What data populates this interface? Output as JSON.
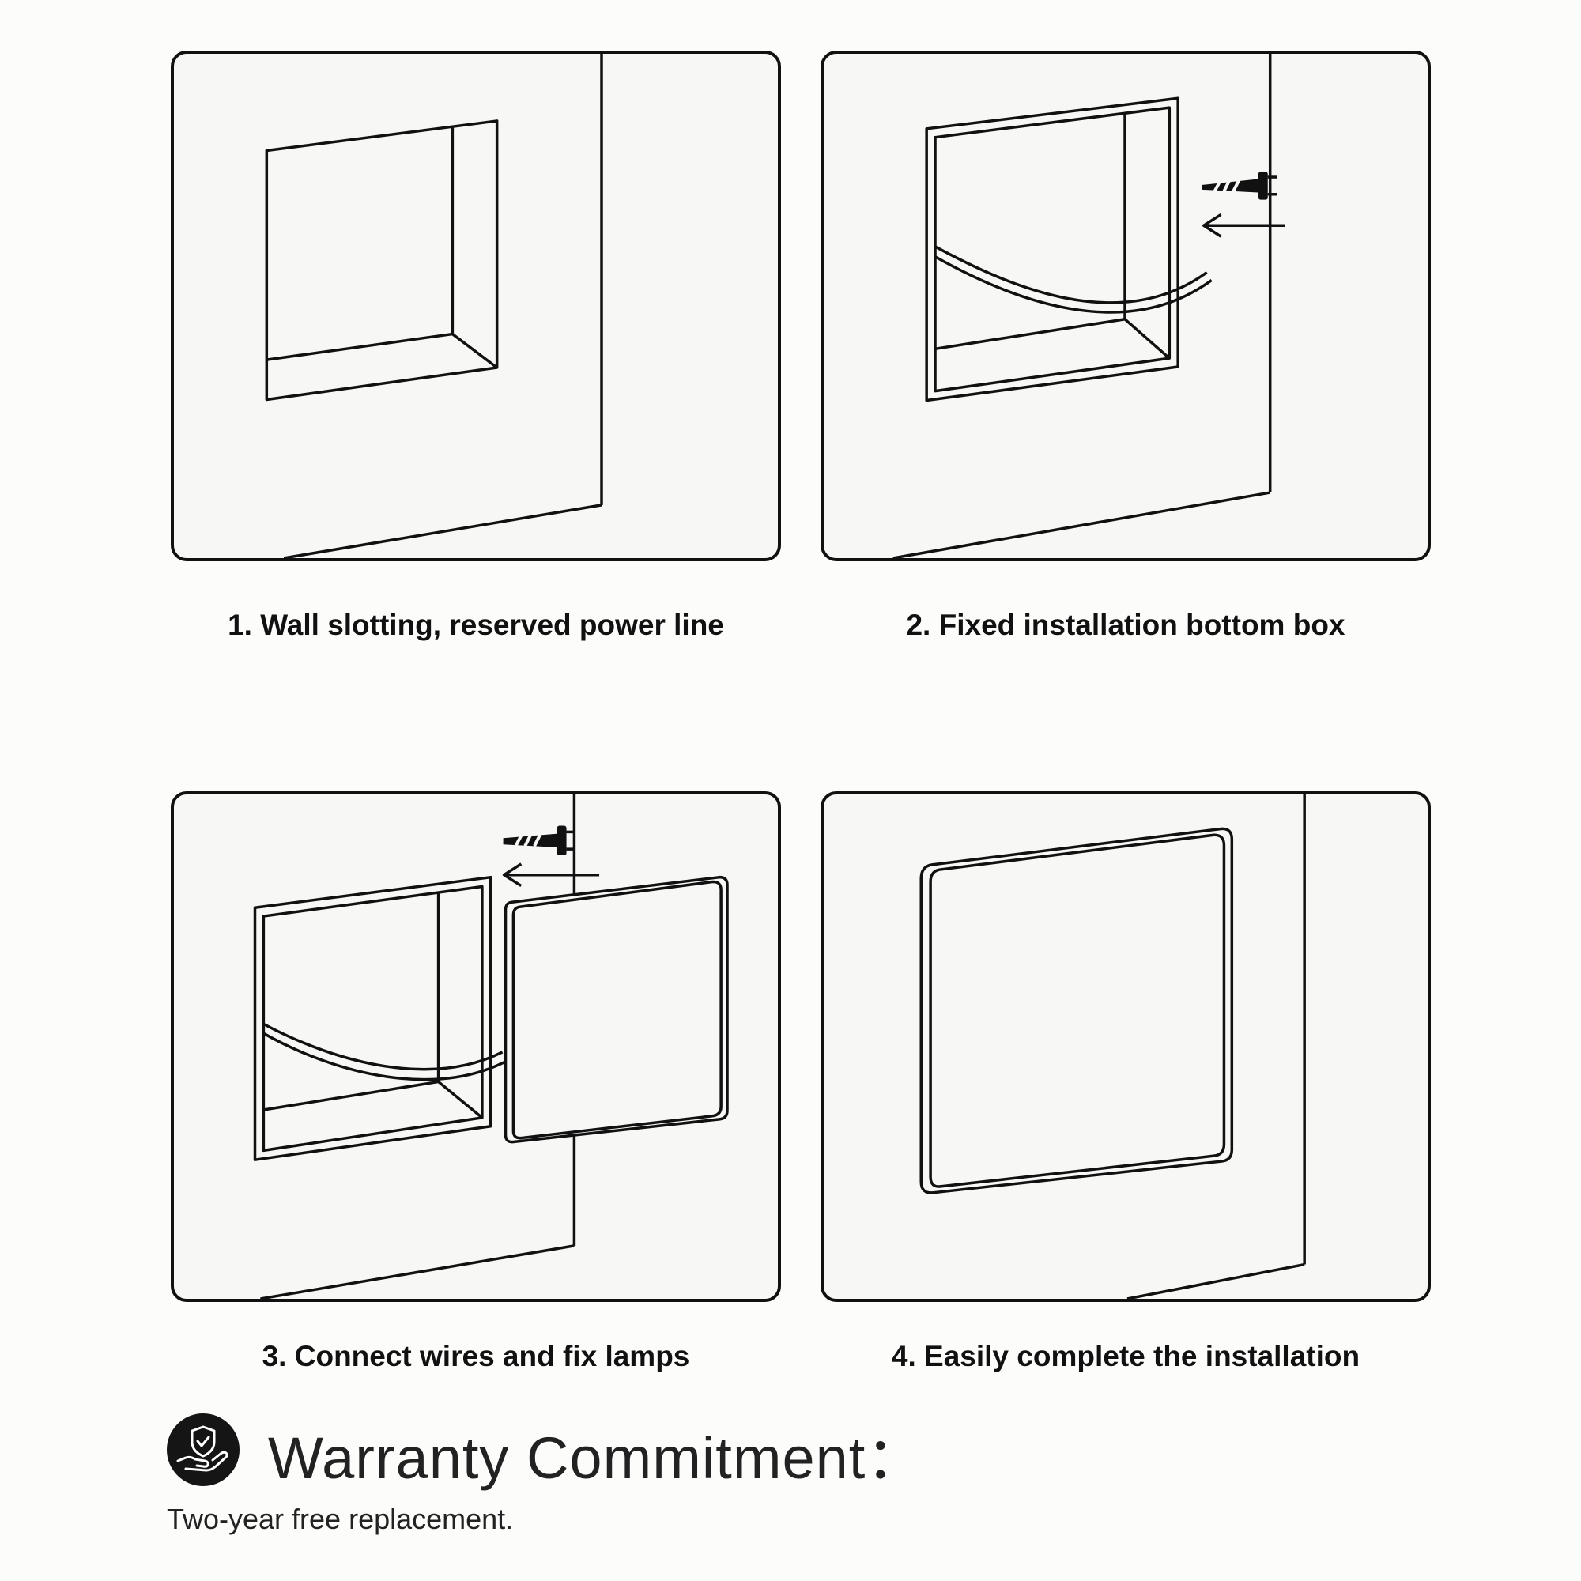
{
  "steps": [
    {
      "caption": "1. Wall slotting, reserved power line"
    },
    {
      "caption": "2. Fixed installation bottom box"
    },
    {
      "caption": "3. Connect wires and fix lamps"
    },
    {
      "caption": "4. Easily complete the installation"
    }
  ],
  "warranty": {
    "title": "Warranty Commitment：",
    "text": "Two-year free replacement.",
    "icon": "shield-hand-icon"
  },
  "colors": {
    "line": "#111111",
    "background": "#fcfcfb"
  }
}
